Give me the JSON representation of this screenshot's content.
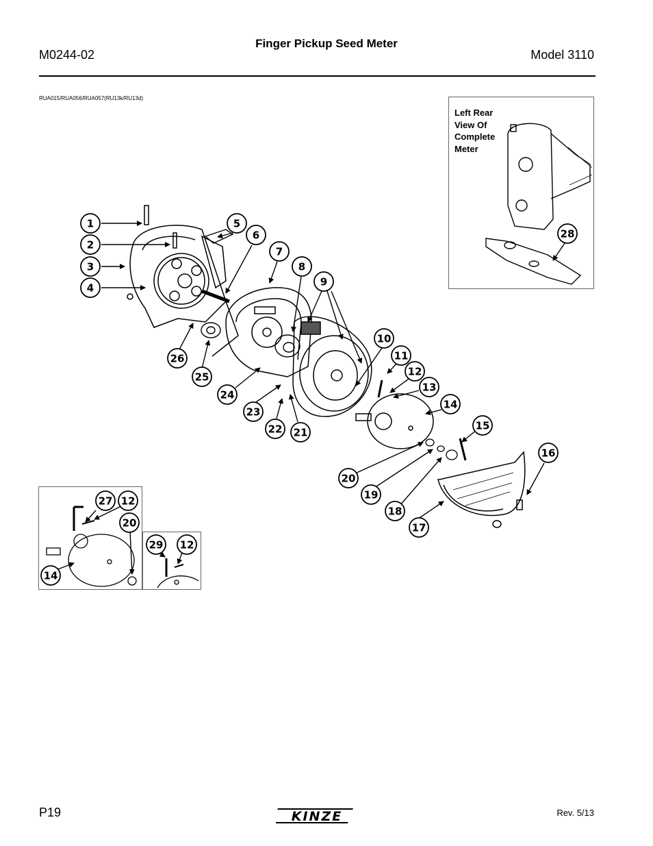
{
  "header": {
    "doc_id": "M0244-02",
    "title": "Finger Pickup Seed Meter",
    "model": "Model 3110"
  },
  "ref_code": "RUA015/RUA056/RUA057(RU13k/RU13d)",
  "inset_rear": {
    "label_lines": [
      "Left Rear",
      "View Of",
      "Complete",
      "Meter"
    ]
  },
  "callouts": {
    "c1": "1",
    "c2": "2",
    "c3": "3",
    "c4": "4",
    "c5": "5",
    "c6": "6",
    "c7": "7",
    "c8": "8",
    "c9": "9",
    "c10": "10",
    "c11": "11",
    "c12": "12",
    "c13": "13",
    "c14": "14",
    "c15": "15",
    "c16": "16",
    "c17": "17",
    "c18": "18",
    "c19": "19",
    "c20": "20",
    "c21": "21",
    "c22": "22",
    "c23": "23",
    "c24": "24",
    "c25": "25",
    "c26": "26",
    "c28": "28",
    "a27": "27",
    "a12": "12",
    "a20": "20",
    "a14": "14",
    "b29": "29",
    "b12": "12"
  },
  "footer": {
    "page": "P19",
    "logo_text": "KINZE",
    "rev": "Rev. 5/13"
  }
}
